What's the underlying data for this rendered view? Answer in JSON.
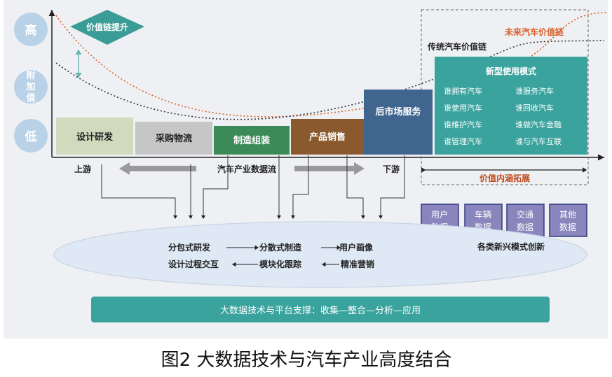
{
  "caption": "图2 大数据技术与汽车产业高度结合",
  "value_axis": {
    "high": "高",
    "mid": "附加值",
    "low": "低"
  },
  "value_up_label": "价值链提升",
  "curves": {
    "future": "未来汽车价值链",
    "traditional": "传统汽车价值链"
  },
  "stages": [
    {
      "label": "设计研发",
      "color": "#d2dabd",
      "text_color": "#222222"
    },
    {
      "label": "采购物流",
      "color": "#c6c6c6",
      "text_color": "#222222"
    },
    {
      "label": "制造组装",
      "color": "#3b8a58",
      "text_color": "#ffffff"
    },
    {
      "label": "产品销售",
      "color": "#8a5a2e",
      "text_color": "#ffffff"
    },
    {
      "label": "后市场服务",
      "color": "#40658e",
      "text_color": "#ffffff"
    }
  ],
  "new_model": {
    "title": "新型使用模式",
    "items": [
      "谁拥有汽车",
      "谁服务汽车",
      "谁使用汽车",
      "谁回收汽车",
      "谁维护汽车",
      "谁做汽车金融",
      "谁管理汽车",
      "谁与汽车互联"
    ]
  },
  "flow": {
    "upstream": "上游",
    "center": "汽车产业数据流",
    "downstream": "下游"
  },
  "extension": "价值内涵拓展",
  "data_boxes": [
    "用户数据",
    "车辆数据",
    "交通数据",
    "其他数据"
  ],
  "innovation": "各类新兴模式创新",
  "ellipse": {
    "row1": [
      "分包式研发",
      "分散式制造",
      "用户画像"
    ],
    "row2": [
      "设计过程交互",
      "模块化跟踪",
      "精准营销"
    ]
  },
  "platform": "大数据技术与平台支撑：收集—整合—分析—应用",
  "colors": {
    "teal": "#3aa39e",
    "navy_border": "#303a80",
    "data_box": "#8a86bd",
    "ellipse": "#dfe9f5"
  }
}
